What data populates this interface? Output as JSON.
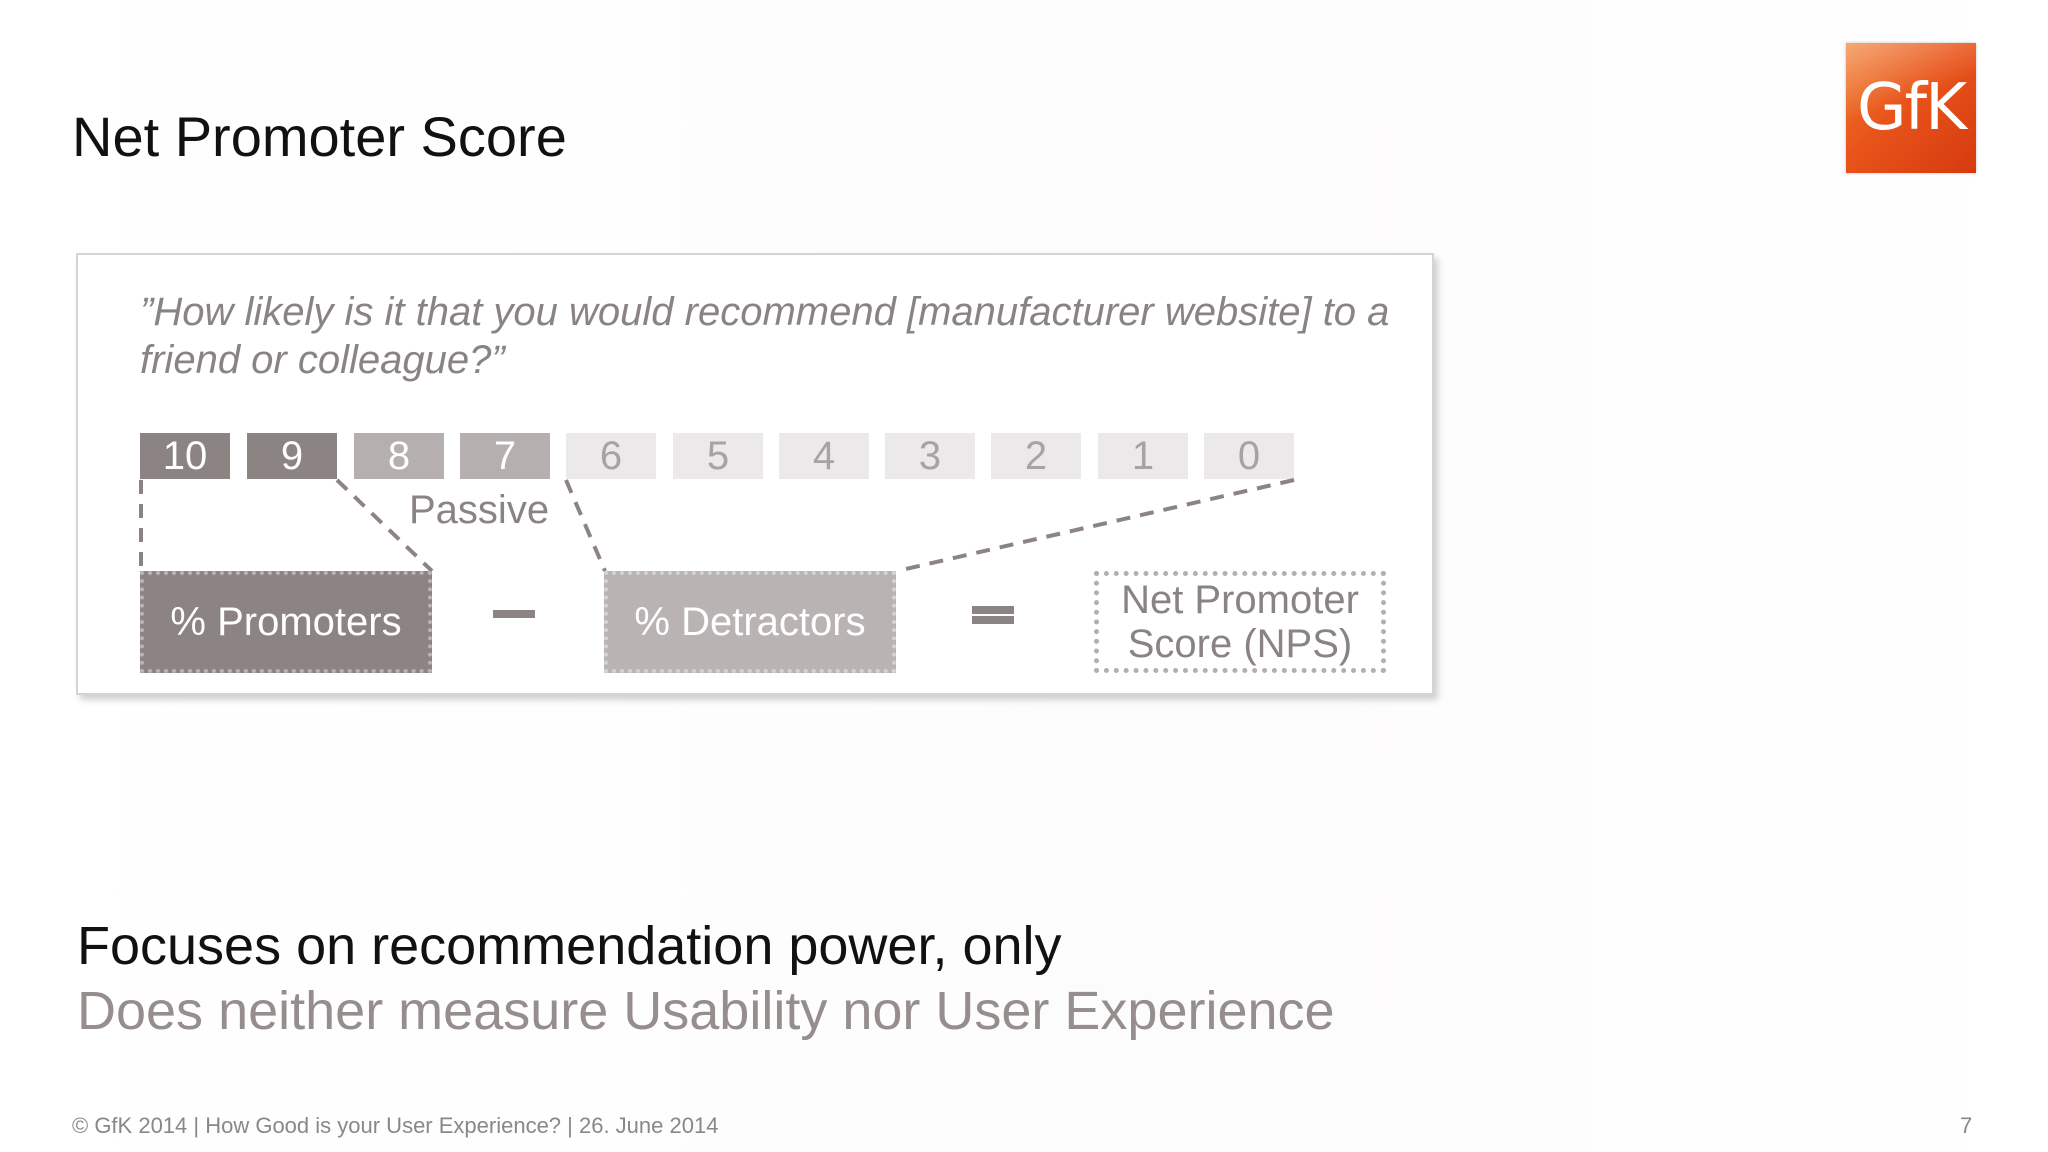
{
  "slide": {
    "title": "Net Promoter Score",
    "logo_text": "GfK",
    "question": "”How likely is it that you would recommend [manufacturer website] to a friend or colleague?”",
    "scale": [
      {
        "label": "10",
        "group": "promoter"
      },
      {
        "label": "9",
        "group": "promoter"
      },
      {
        "label": "8",
        "group": "passive"
      },
      {
        "label": "7",
        "group": "passive"
      },
      {
        "label": "6",
        "group": "detractor"
      },
      {
        "label": "5",
        "group": "detractor"
      },
      {
        "label": "4",
        "group": "detractor"
      },
      {
        "label": "3",
        "group": "detractor"
      },
      {
        "label": "2",
        "group": "detractor"
      },
      {
        "label": "1",
        "group": "detractor"
      },
      {
        "label": "0",
        "group": "detractor"
      }
    ],
    "passive_label": "Passive",
    "promoters_label": "% Promoters",
    "detractors_label": "% Detractors",
    "nps_label_line1": "Net Promoter",
    "nps_label_line2": "Score (NPS)",
    "conclusion": "Focuses on recommendation power, only",
    "conclusion_sub": "Does neither measure Usability nor User Experience",
    "footer": "© GfK 2014 | How Good is your User Experience? | 26. June 2014",
    "page_number": "7"
  },
  "colors": {
    "promoter": "#8c8383",
    "passive": "#b5afaf",
    "detractor": "#ebe9e9",
    "brand_orange": "#e8541a"
  }
}
